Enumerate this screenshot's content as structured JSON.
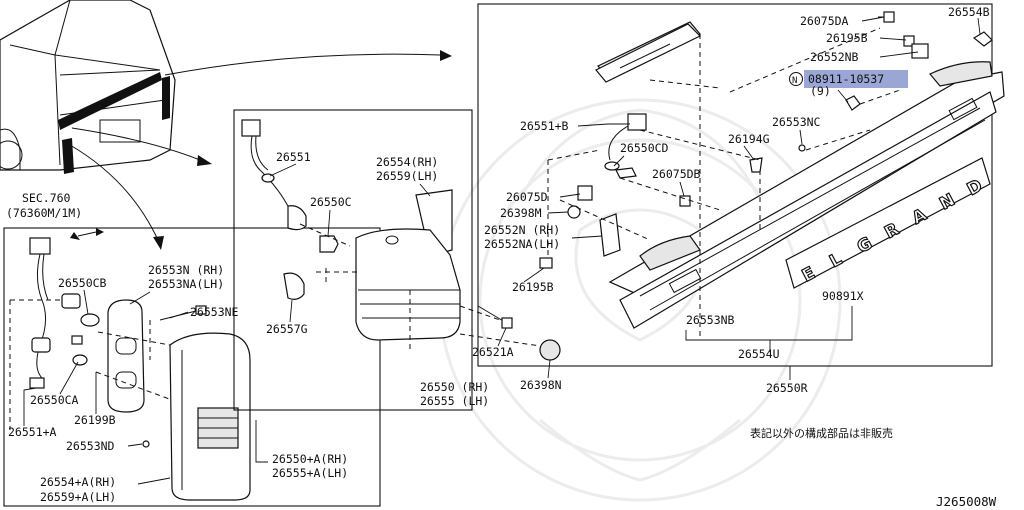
{
  "labels": {
    "sec_760": "SEC.760",
    "sec_760_ref": "(76360M/1M)",
    "p26075DA": "26075DA",
    "p26554B": "26554B",
    "p26195B_top": "26195B",
    "p26552NB": "26552NB",
    "highlight_part": "08911-10537",
    "highlight_prefix": "N",
    "highlight_qty": "(9)",
    "p26553NC": "26553NC",
    "p26551B": "26551+B",
    "p26550CD": "26550CD",
    "p26194G": "26194G",
    "p26075DB": "26075DB",
    "p26075D": "26075D",
    "p26398M": "26398M",
    "p26552N": "26552N (RH)",
    "p26552NA": "26552NA(LH)",
    "p26195B_bot": "26195B",
    "p26553NB": "26553NB",
    "p90891X": "90891X",
    "p26554U": "26554U",
    "p26550R": "26550R",
    "p26551": "26551",
    "p26550C": "26550C",
    "p26554": "26554(RH)",
    "p26559": "26559(LH)",
    "p26557G": "26557G",
    "p26521A": "26521A",
    "p26398N": "26398N",
    "p26550": "26550 (RH)",
    "p26555": "26555 (LH)",
    "p26550CB": "26550CB",
    "p26553N": "26553N (RH)",
    "p26553NA": "26553NA(LH)",
    "p26553NE": "26553NE",
    "p26550CA": "26550CA",
    "p26199B": "26199B",
    "p26551A": "26551+A",
    "p26553ND": "26553ND",
    "p26554A": "26554+A(RH)",
    "p26559A": "26559+A(LH)",
    "p26550A": "26550+A(RH)",
    "p26555A": "26555+A(LH)",
    "note_jp": "表記以外の構成部品は非販売",
    "diagram_id": "J265008W"
  },
  "emblem_letters": [
    "E",
    "L",
    "G",
    "R",
    "A",
    "N",
    "D"
  ],
  "colors": {
    "line": "#111111",
    "highlight_fill": "#9aa6d6",
    "watermark": "#ececec",
    "background": "#ffffff"
  }
}
